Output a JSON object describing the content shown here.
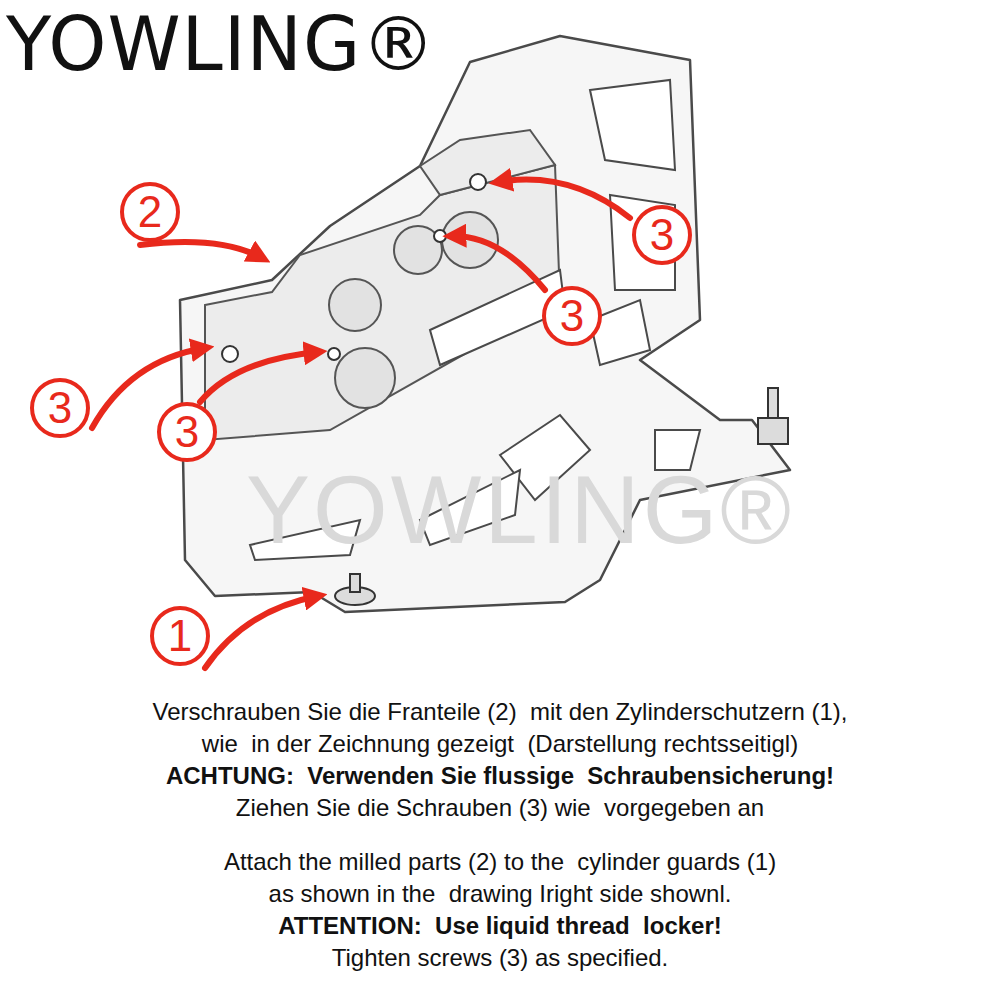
{
  "diagram": {
    "labels": [
      "YOWLING®",
      "YOWLING®",
      "2",
      "3",
      "3",
      "3",
      "3",
      "1",
      "Verschrauben Sie die Franteile (2)  mit den Zylinderschutzern (1),",
      "wie  in der Zeichnung gezeigt  (Darstellung rechtsseitigl)",
      "ACHTUNG:  Verwenden Sie flussige  Schraubensicherung!",
      "Ziehen Sie die Schrauben (3) wie  vorgegeben an",
      "Attach the milled parts (2) to the  cylinder guards (1)",
      "as shown in the  drawing Iright side shownl.",
      "ATTENTION:  Use liquid thread  locker!",
      "Tighten screws (3) as specified."
    ]
  }
}
